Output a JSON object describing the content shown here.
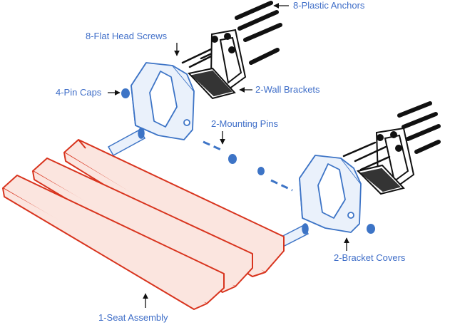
{
  "labels": {
    "anchors": "8-Plastic Anchors",
    "screws": "8-Flat Head Screws",
    "pin_caps": "4-Pin Caps",
    "wall_brackets": "2-Wall Brackets",
    "mounting_pins": "2-Mounting Pins",
    "bracket_covers": "2-Bracket Covers",
    "seat": "1-Seat Assembly"
  },
  "colors": {
    "label_blue": "#3f6ec8",
    "part_blue": "#3d74c6",
    "cover_fill": "#eaf1fb",
    "seat_red": "#d8341e",
    "seat_fill": "#fbe5df",
    "hardware": "#111111"
  }
}
